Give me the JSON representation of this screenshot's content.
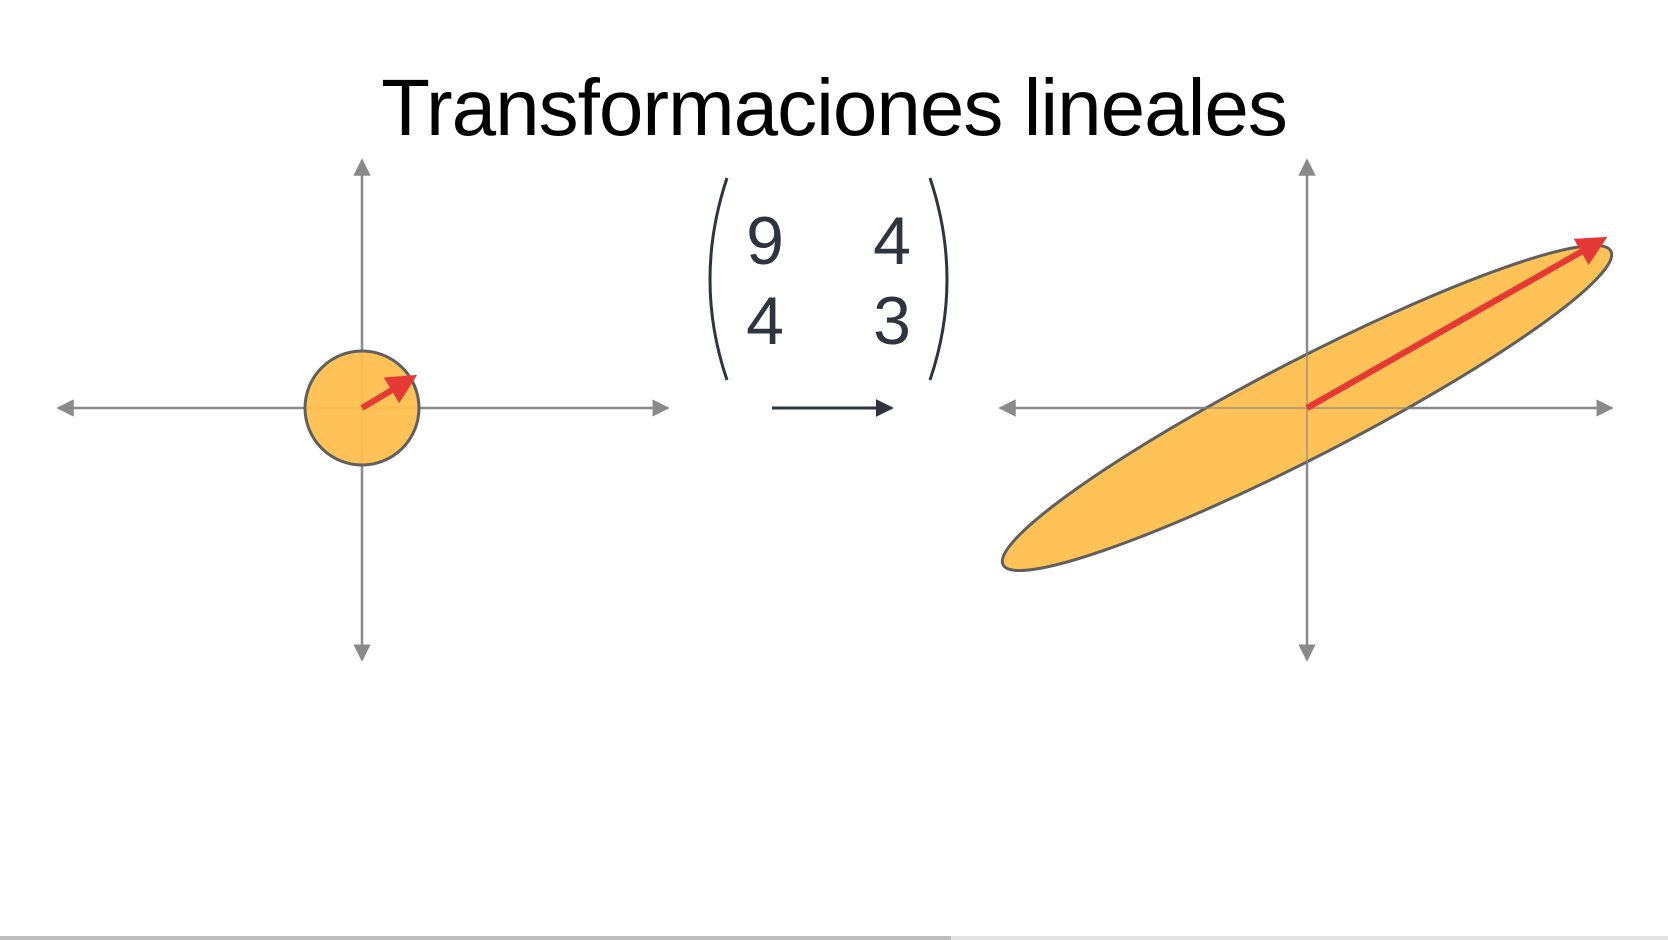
{
  "title": "Transformaciones lineales",
  "matrix": {
    "a11": "9",
    "a12": "4",
    "a21": "4",
    "a22": "3"
  },
  "colors": {
    "axis": "#8a8a8a",
    "shape_fill": "#ffbf4d",
    "shape_stroke": "#5f5f5f",
    "vector": "#e53935",
    "map_arrow": "#2e3440"
  },
  "icons": {
    "map_arrow": "right-arrow-icon"
  },
  "playback_progress": 0.57
}
